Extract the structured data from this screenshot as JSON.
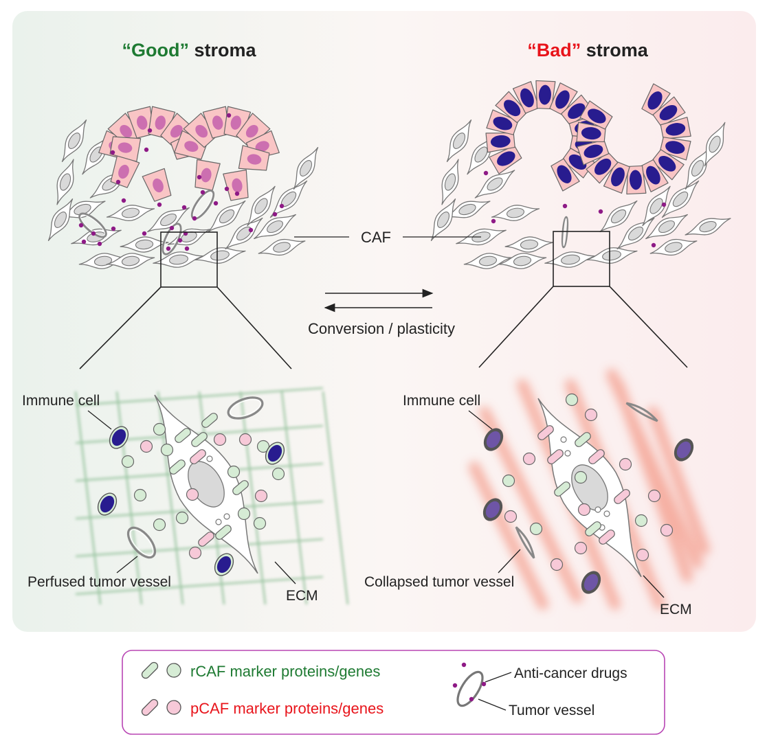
{
  "titles": {
    "good_quote": "“Good”",
    "good_rest": " stroma",
    "bad_quote": "“Bad”",
    "bad_rest": " stroma"
  },
  "labels": {
    "caf": "CAF",
    "conversion": "Conversion / plasticity",
    "immune_left": "Immune cell",
    "immune_right": "Immune cell",
    "perfused": "Perfused tumor vessel",
    "collapsed": "Collapsed tumor vessel",
    "ecm_left": "ECM",
    "ecm_right": "ECM"
  },
  "legend": {
    "rcaf": "rCAF marker proteins/genes",
    "pcaf": "pCAF marker proteins/genes",
    "drugs": "Anti-cancer drugs",
    "vessel": "Tumor vessel"
  },
  "colors": {
    "good_green": "#1e7a32",
    "bad_red": "#e8141b",
    "tumor_pink": "#f9c5c5",
    "good_nucleus": "#cc6fb0",
    "bad_nucleus": "#281c8f",
    "drug_purple": "#8e1a86",
    "rcaf_green": "#d6ecd5",
    "pcaf_pink": "#f7c9d8",
    "legend_border": "#b845b4"
  }
}
